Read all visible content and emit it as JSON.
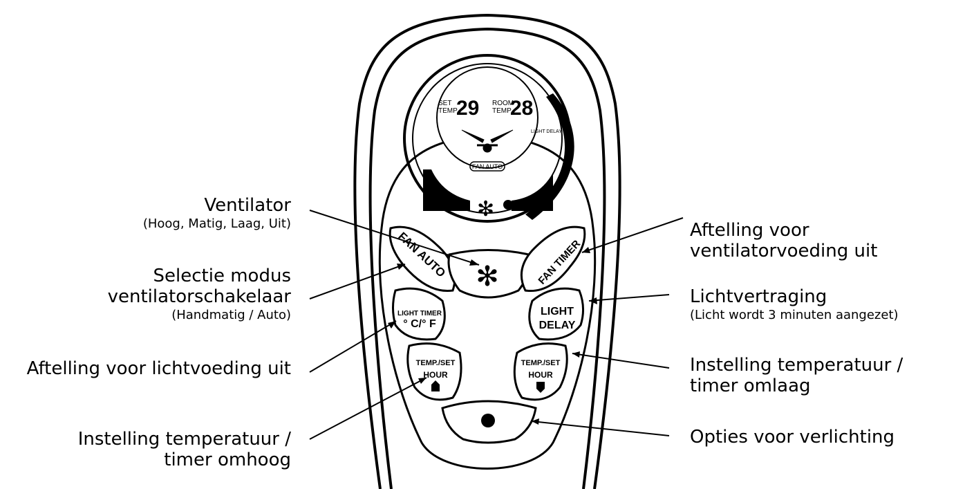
{
  "left_labels": {
    "fan": {
      "title": "Ventilator",
      "sub": "(Hoog, Matig, Laag, Uit)"
    },
    "mode": {
      "line1": "Selectie modus",
      "line2": "ventilatorschakelaar",
      "sub": "(Handmatig / Auto)"
    },
    "light_timer": {
      "title": "Aftelling voor lichtvoeding uit"
    },
    "temp_up": {
      "line1": "Instelling temperatuur /",
      "line2": "timer omhoog"
    }
  },
  "right_labels": {
    "fan_timer": {
      "line1": "Aftelling voor",
      "line2": "ventilatorvoeding uit"
    },
    "light_delay": {
      "title": "Lichtvertraging",
      "sub": "(Licht wordt 3 minuten aangezet)"
    },
    "temp_down": {
      "line1": "Instelling temperatuur /",
      "line2": "timer omlaag"
    },
    "light_options": {
      "title": "Opties voor verlichting"
    }
  },
  "remote": {
    "lcd": {
      "set_label": "SET",
      "temp_label": "TEMP",
      "set_value": "29",
      "room_label": "ROOM",
      "room_temp_label": "TEMP",
      "room_value": "28",
      "mode_text": "FAN AUTO",
      "light_delay_text": "LIGHT DELAY"
    },
    "buttons": {
      "fan_auto": "FAN AUTO",
      "fan_timer": "FAN TIMER",
      "light_timer_line1": "LIGHT TIMER",
      "light_timer_line2": "° C/° F",
      "light_delay_line1": "LIGHT",
      "light_delay_line2": "DELAY",
      "temp_set_line1": "TEMP./SET",
      "temp_set_line2": "HOUR",
      "temp_set_right_line1": "TEMP./SET",
      "temp_set_right_line2": "HOUR"
    }
  }
}
